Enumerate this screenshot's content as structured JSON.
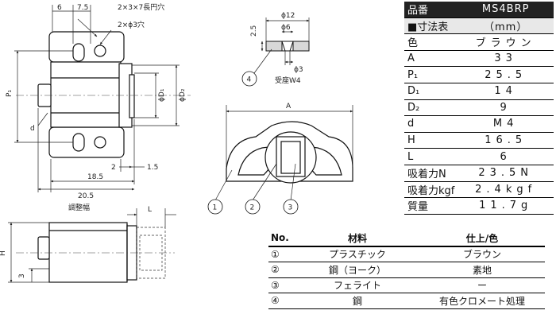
{
  "drawing": {
    "dims": {
      "d6": "6",
      "d75": "7.5",
      "slot_hole": "2×3×7長円穴",
      "round_hole": "2×ϕ3穴",
      "P1": "P₁",
      "d": "d",
      "D1": "ϕD₁",
      "D2": "ϕD₂",
      "d2": "2",
      "d15": "1.5",
      "d185": "18.5",
      "d205": "20.5",
      "adjust_width": "調整幅",
      "H": "H",
      "L": "L",
      "d3": "3",
      "A": "A",
      "seat_d12": "ϕ12",
      "seat_d6": "ϕ6",
      "seat_25": "2.5",
      "seat_d3": "ϕ3",
      "seat_label": "受座W4",
      "callout_4": "4",
      "callout_1": "1",
      "callout_2": "2",
      "callout_3": "3"
    }
  },
  "spec": {
    "header_key": "品番",
    "header_value": "MS4BRP",
    "table_title": "■寸法表",
    "unit": "（mm）",
    "rows": [
      {
        "key": "色",
        "value": "ブラウン"
      },
      {
        "key": "A",
        "value": "33"
      },
      {
        "key": "P₁",
        "value": "25.5"
      },
      {
        "key": "D₁",
        "value": "14"
      },
      {
        "key": "D₂",
        "value": "9"
      },
      {
        "key": "d",
        "value": "M4"
      },
      {
        "key": "H",
        "value": "16.5"
      },
      {
        "key": "L",
        "value": "6"
      },
      {
        "key": "吸着力N",
        "value": "23.5N"
      },
      {
        "key": "吸着力kgf",
        "value": "2.4kgf"
      },
      {
        "key": "質量",
        "value": "11.7g"
      }
    ]
  },
  "materials": {
    "headers": {
      "no": "No.",
      "material": "材料",
      "finish": "仕上/色"
    },
    "rows": [
      {
        "no": "①",
        "material": "プラスチック",
        "finish": "ブラウン"
      },
      {
        "no": "②",
        "material": "鋼（ヨーク）",
        "finish": "素地"
      },
      {
        "no": "③",
        "material": "フェライト",
        "finish": "ー"
      },
      {
        "no": "④",
        "material": "鋼",
        "finish": "有色クロメート処理"
      }
    ]
  }
}
